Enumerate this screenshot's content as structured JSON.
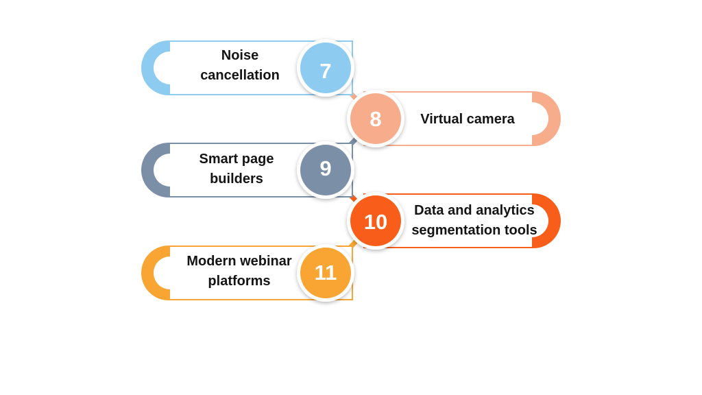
{
  "steps": [
    {
      "number": "7",
      "label": "Noise\ncancellation",
      "color": "#8ecbf1",
      "side": "left"
    },
    {
      "number": "8",
      "label": "Virtual camera",
      "color": "#f7ad8b",
      "side": "right"
    },
    {
      "number": "9",
      "label": "Smart page\nbuilders",
      "color": "#7b8fa6",
      "side": "left"
    },
    {
      "number": "10",
      "label": "Data and analytics\nsegmentation tools",
      "color": "#f95d1a",
      "side": "right"
    },
    {
      "number": "11",
      "label": "Modern webinar\nplatforms",
      "color": "#f9a533",
      "side": "left"
    }
  ]
}
